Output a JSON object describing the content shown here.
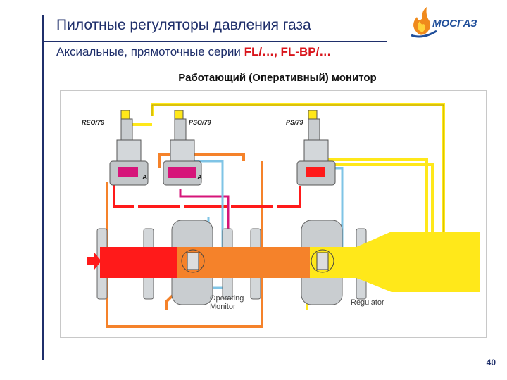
{
  "header": {
    "title": "Пилотные регуляторы давления газа",
    "subtitle_prefix": "Аксиальные, прямоточные серии ",
    "subtitle_models": "FL/…, FL-BP/…",
    "logo_text": "МОСГАЗ"
  },
  "section_title": "Работающий (Оперативный) монитор",
  "diagram": {
    "pilots": [
      {
        "label": "REO/79",
        "marker": "A"
      },
      {
        "label": "PSO/79",
        "marker": "A"
      },
      {
        "label": "PS/79"
      }
    ],
    "operating_monitor_label_1": "Operating",
    "operating_monitor_label_2": "Monitor",
    "regulator_label": "Regulator",
    "colors": {
      "high_pressure": "#ff1a1a",
      "intermediate_pressure": "#f5822a",
      "outlet_pressure": "#ffe81a",
      "pilot_supply": "#d6157a",
      "sense_line": "#7fc4e6",
      "body": "#cfd3d6"
    }
  },
  "page_number": "40"
}
